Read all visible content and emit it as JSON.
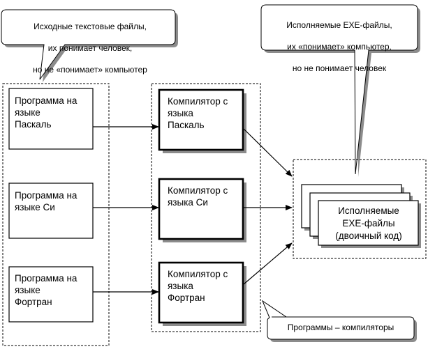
{
  "callout_top_left": {
    "line1": "Исходные текстовые файлы,",
    "line2": "их понимает человек,",
    "line3": "но не «понимает» компьютер"
  },
  "callout_top_right": {
    "line1": "Исполняемые EXE-файлы,",
    "line2": "их «понимает» компьютер,",
    "line3": "но не понимает человек"
  },
  "callout_bottom": {
    "text": "Программы – компиляторы"
  },
  "sources": [
    {
      "label": "Программа на\nязыке\nПаскаль"
    },
    {
      "label": "Программа на\nязыке Си"
    },
    {
      "label": "Программа на\nязыке\nФортран"
    }
  ],
  "compilers": [
    {
      "label": "Компилятор с\nязыка\nПаскаль"
    },
    {
      "label": "Компилятор с\nязыка Си"
    },
    {
      "label": "Компилятор с\nязыка\nФортран"
    }
  ],
  "exe": {
    "label": "Исполняемые\nEXE-файлы\n(двоичный код)"
  },
  "colors": {
    "stroke": "#000000",
    "shadow": "#8c8c8c",
    "background": "#ffffff"
  }
}
